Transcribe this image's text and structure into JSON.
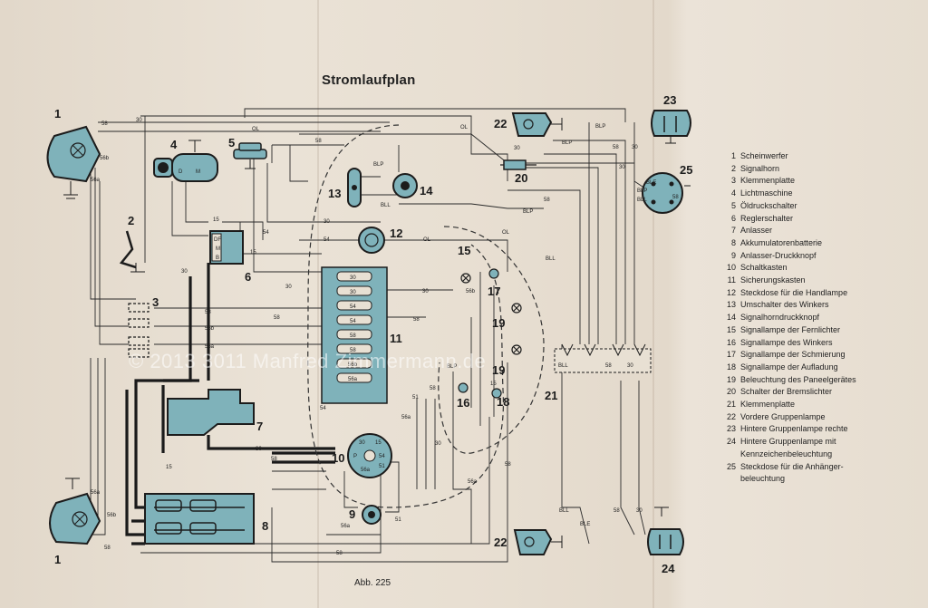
{
  "title": "Stromlaufplan",
  "caption": "Abb. 225",
  "watermark": "© 2013 3011 Manfred Zimmermann.de",
  "legend": [
    {
      "num": "1",
      "text": "Scheinwerfer"
    },
    {
      "num": "2",
      "text": "Signalhorn"
    },
    {
      "num": "3",
      "text": "Klemmenplatte"
    },
    {
      "num": "4",
      "text": "Lichtmaschine"
    },
    {
      "num": "5",
      "text": "Öldruckschalter"
    },
    {
      "num": "6",
      "text": "Reglerschalter"
    },
    {
      "num": "7",
      "text": "Anlasser"
    },
    {
      "num": "8",
      "text": "Akkumulatorenbatterie"
    },
    {
      "num": "9",
      "text": "Anlasser-Druckknopf"
    },
    {
      "num": "10",
      "text": "Schaltkasten"
    },
    {
      "num": "11",
      "text": "Sicherungskasten"
    },
    {
      "num": "12",
      "text": "Steckdose für die Handlampe"
    },
    {
      "num": "13",
      "text": "Umschalter des Winkers"
    },
    {
      "num": "14",
      "text": "Signalhorndruckknopf"
    },
    {
      "num": "15",
      "text": "Signallampe der Fernlichter"
    },
    {
      "num": "16",
      "text": "Signallampe des Winkers"
    },
    {
      "num": "17",
      "text": "Signallampe der Schmierung"
    },
    {
      "num": "18",
      "text": "Signallampe der Aufladung"
    },
    {
      "num": "19",
      "text": "Beleuchtung des Paneelgerätes"
    },
    {
      "num": "20",
      "text": "Schalter der Bremslichter"
    },
    {
      "num": "21",
      "text": "Klemmenplatte"
    },
    {
      "num": "22",
      "text": "Vordere Gruppenlampe"
    },
    {
      "num": "23",
      "text": "Hintere Gruppenlampe rechte"
    },
    {
      "num": "24",
      "text": "Hintere Gruppenlampe mit\nKennzeichenbeleuchtung"
    },
    {
      "num": "25",
      "text": "Steckdose für die Anhänger-\nbeleuchtung"
    }
  ],
  "component_numbers": [
    "1",
    "2",
    "3",
    "4",
    "5",
    "6",
    "7",
    "8",
    "9",
    "10",
    "11",
    "12",
    "13",
    "14",
    "15",
    "16",
    "17",
    "18",
    "19",
    "20",
    "21",
    "22",
    "23",
    "24",
    "25"
  ],
  "component_numbers_repeated": [
    "1",
    "19",
    "22"
  ],
  "wire_labels": [
    "30",
    "58",
    "56b",
    "56a",
    "15",
    "54",
    "OL",
    "BLP",
    "BLL",
    "BLE",
    "31",
    "51",
    "P"
  ],
  "terminal_labels": [
    "D",
    "M",
    "DF",
    "B",
    "M"
  ],
  "fuse_labels": [
    "30",
    "30",
    "54",
    "54",
    "58",
    "58",
    "56b",
    "56a"
  ],
  "switchbox_labels": [
    "30",
    "15",
    "P",
    "54",
    "56a",
    "51"
  ],
  "colors": {
    "paper": "#e6ddd0",
    "component_fill": "#7fb2ba",
    "ink": "#1c1c1c"
  }
}
